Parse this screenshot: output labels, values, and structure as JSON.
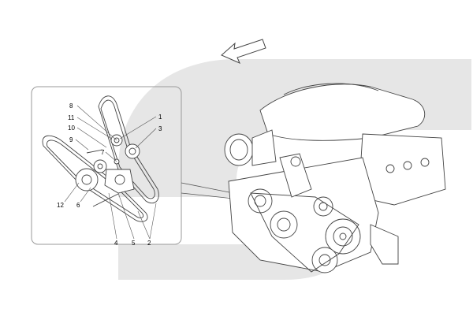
{
  "diagram": {
    "callouts": [
      {
        "id": "c8",
        "text": "8"
      },
      {
        "id": "c11",
        "text": "11"
      },
      {
        "id": "c10",
        "text": "10"
      },
      {
        "id": "c9",
        "text": "9"
      },
      {
        "id": "c7",
        "text": "7"
      },
      {
        "id": "c1",
        "text": "1"
      },
      {
        "id": "c3",
        "text": "3"
      },
      {
        "id": "c12",
        "text": "12"
      },
      {
        "id": "c6",
        "text": "6"
      },
      {
        "id": "c4",
        "text": "4"
      },
      {
        "id": "c5",
        "text": "5"
      },
      {
        "id": "c2",
        "text": "2"
      }
    ],
    "colors": {
      "watermark": "#e6e6e6",
      "line": "#444444",
      "panel_border": "#9a9a9a"
    },
    "icons": [
      "direction-arrow-icon",
      "watermark-logo"
    ]
  }
}
